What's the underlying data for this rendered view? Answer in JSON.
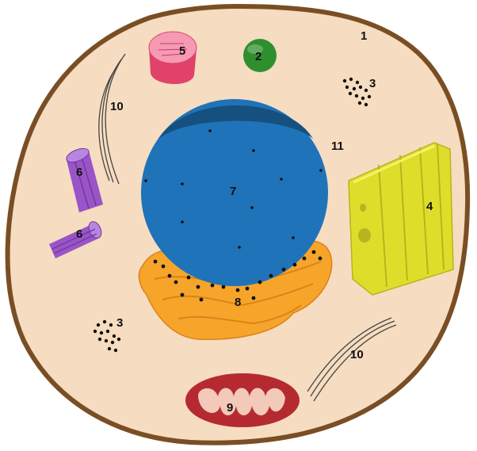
{
  "colors": {
    "cytoplasm": "#f6dcc0",
    "membrane": "#7a4e24",
    "nucleus": "#1f73b8",
    "nucleus_top": "#15507f",
    "golgi": "#f6a52a",
    "golgi_dark": "#d9831a",
    "mitochondrion": "#b52a30",
    "mitochondrion_inner": "#f3c9b9",
    "vacuole": "#e0426a",
    "vacuole_top": "#f69ab4",
    "green_organelle": "#2f8f2f",
    "centriole": "#9a54c8",
    "centriole_dark": "#6e3a9a",
    "rer": "#dede2a",
    "rer_dark": "#b6b51f",
    "dots": "#111111"
  },
  "labels": {
    "cell_membrane": "1",
    "green_organelle": "2",
    "ribosomes_right": "3",
    "ribosomes_left": "3",
    "er": "4",
    "vacuole": "5",
    "centriole_upper": "6",
    "centriole_lower": "6",
    "nucleus": "7",
    "golgi": "8",
    "mitochondrion": "9",
    "filaments_left": "10",
    "filaments_right": "10",
    "cytoplasm": "11"
  },
  "organelles": [
    "cell-membrane",
    "green-organelle",
    "ribosomes",
    "er-stack",
    "vacuole",
    "centrioles",
    "nucleus",
    "golgi",
    "mitochondrion",
    "filaments",
    "cytoplasm"
  ]
}
